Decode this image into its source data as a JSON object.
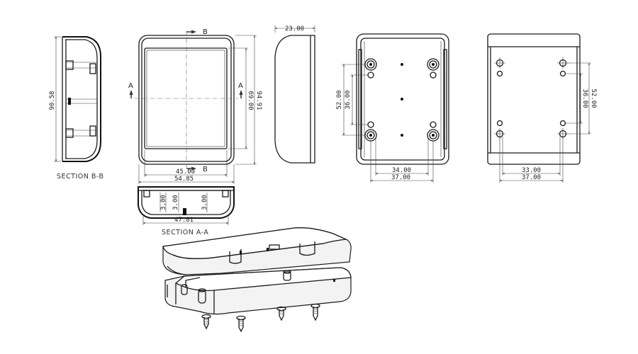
{
  "section_labels": {
    "bb": "SECTION B-B",
    "aa": "SECTION A-A"
  },
  "cut_markers": {
    "a": "A",
    "b": "B"
  },
  "dimensions": {
    "bb_height": "90.58",
    "front_width_inner": "45.00",
    "front_width_outer": "54.85",
    "front_height_inner": "69.00",
    "front_height_outer": "94.91",
    "side_depth": "23.00",
    "aa_wall_left": "3.00",
    "aa_wall_mid": "3.00",
    "aa_wall_right": "3.00",
    "aa_width": "47.81",
    "back_v_outer": "52.00",
    "back_v_inner": "36.00",
    "back_h_inner": "34.00",
    "back_h_outer": "37.00",
    "back2_v_inner": "36.00",
    "back2_v_outer": "52.00",
    "back2_h_inner": "33.00",
    "back2_h_outer": "37.00"
  }
}
